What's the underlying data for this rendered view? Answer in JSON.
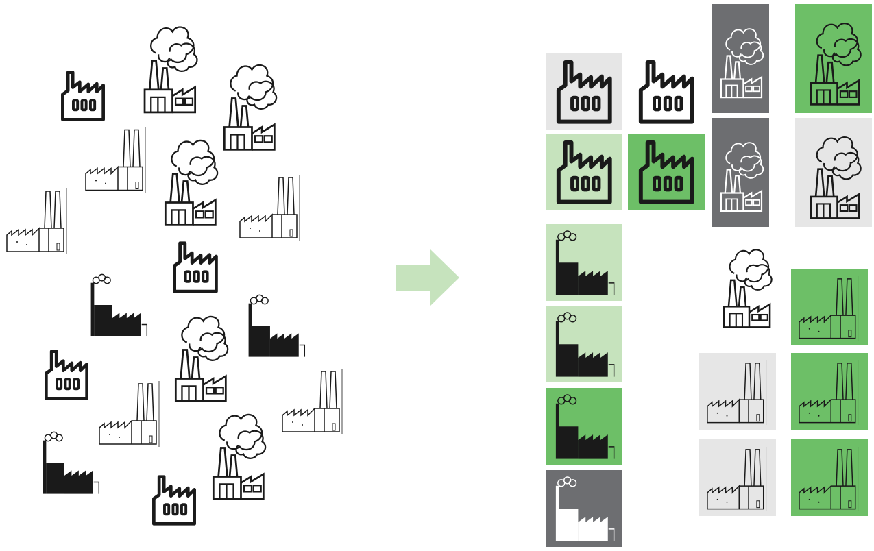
{
  "colors": {
    "light_grey": "#e6e6e6",
    "light_green": "#c6e3bd",
    "green": "#6dbf67",
    "dark_grey": "#6d6e71",
    "arrow": "#c6e3bd",
    "ink": "#1a1a1a",
    "ink_inverse": "#ffffff"
  },
  "icon_types": {
    "A": "sawtooth-factory-icon",
    "B": "smoking-factory-icon",
    "C": "tall-chimney-factory-icon",
    "D": "silhouette-factory-icon"
  },
  "arrow_icon": "right-arrow-icon",
  "unsorted_icons": [
    "A",
    "A",
    "A",
    "A",
    "B",
    "B",
    "B",
    "B",
    "B",
    "C",
    "C",
    "C",
    "C",
    "C",
    "D",
    "D",
    "D"
  ],
  "sorted_tiles": [
    {
      "type": "A",
      "bg": "light_grey"
    },
    {
      "type": "A",
      "bg": "none"
    },
    {
      "type": "A",
      "bg": "light_green"
    },
    {
      "type": "A",
      "bg": "green"
    },
    {
      "type": "B",
      "bg": "dark_grey"
    },
    {
      "type": "B",
      "bg": "green"
    },
    {
      "type": "B",
      "bg": "dark_grey"
    },
    {
      "type": "B",
      "bg": "light_grey"
    },
    {
      "type": "D",
      "bg": "light_green"
    },
    {
      "type": "D",
      "bg": "light_green"
    },
    {
      "type": "D",
      "bg": "green"
    },
    {
      "type": "D",
      "bg": "dark_grey"
    },
    {
      "type": "B",
      "bg": "none"
    },
    {
      "type": "C",
      "bg": "green"
    },
    {
      "type": "C",
      "bg": "light_grey"
    },
    {
      "type": "C",
      "bg": "green"
    },
    {
      "type": "C",
      "bg": "light_grey"
    },
    {
      "type": "C",
      "bg": "green"
    }
  ]
}
